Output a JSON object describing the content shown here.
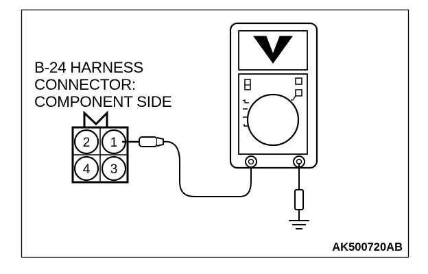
{
  "connector": {
    "label_lines": [
      "B-24 HARNESS",
      "CONNECTOR:",
      "COMPONENT SIDE"
    ],
    "pins": [
      "1",
      "2",
      "3",
      "4"
    ]
  },
  "multimeter": {
    "display_symbol": "V",
    "range_symbol": "B"
  },
  "drawing_code": "AK500720AB"
}
